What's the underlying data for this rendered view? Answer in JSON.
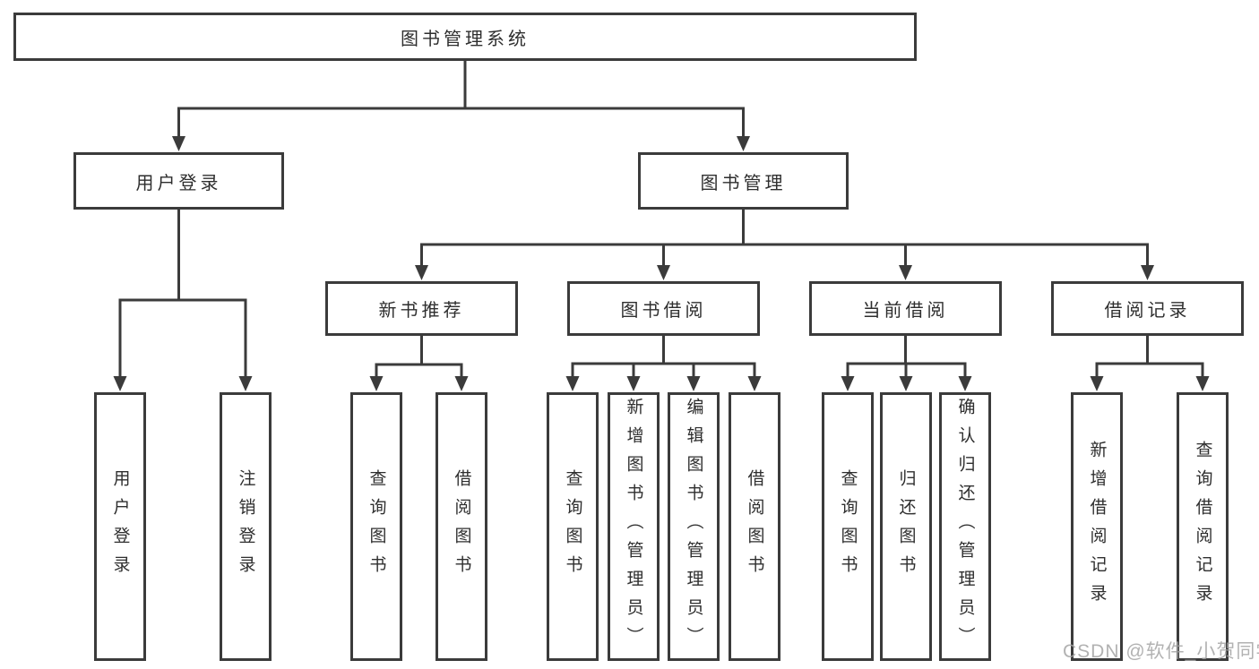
{
  "root": {
    "label": "图书管理系统"
  },
  "branches": [
    {
      "label": "用户登录",
      "children": [
        "用户登录",
        "注销登录"
      ]
    },
    {
      "label": "图书管理",
      "modules": [
        {
          "label": "新书推荐",
          "children": [
            "查询图书",
            "借阅图书"
          ]
        },
        {
          "label": "图书借阅",
          "children": [
            "查询图书",
            "新增图书（管理员）",
            "编辑图书（管理员）",
            "借阅图书"
          ]
        },
        {
          "label": "当前借阅",
          "children": [
            "查询图书",
            "归还图书",
            "确认归还（管理员）"
          ]
        },
        {
          "label": "借阅记录",
          "children": [
            "新增借阅记录",
            "查询借阅记录"
          ]
        }
      ]
    }
  ],
  "watermark": "CSDN @软件_小贺同学",
  "colors": {
    "line": "#3b3b3b",
    "text": "#2e2e2e",
    "watermark": "#a5a5a5",
    "background": "#ffffff"
  }
}
